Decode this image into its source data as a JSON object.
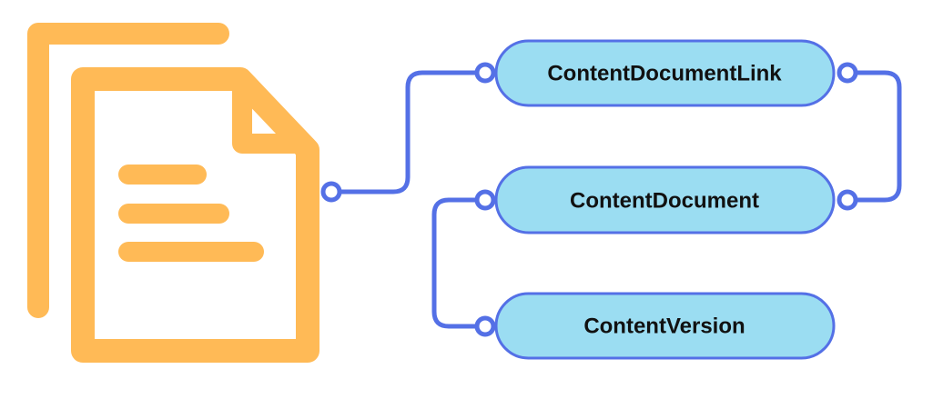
{
  "diagram": {
    "nodes": [
      {
        "id": "content-document-link",
        "label": "ContentDocumentLink"
      },
      {
        "id": "content-document",
        "label": "ContentDocument"
      },
      {
        "id": "content-version",
        "label": "ContentVersion"
      }
    ],
    "edges": [
      {
        "from": "file-icon",
        "to": "content-document-link"
      },
      {
        "from": "content-document-link",
        "to": "content-document"
      },
      {
        "from": "content-document",
        "to": "content-version"
      }
    ],
    "icon": "file-copies-icon"
  },
  "colors": {
    "icon": "#FFBA56",
    "connector": "#5470E6",
    "node_fill": "#9BDDF2",
    "node_stroke": "#5470E6",
    "text": "#111111"
  }
}
